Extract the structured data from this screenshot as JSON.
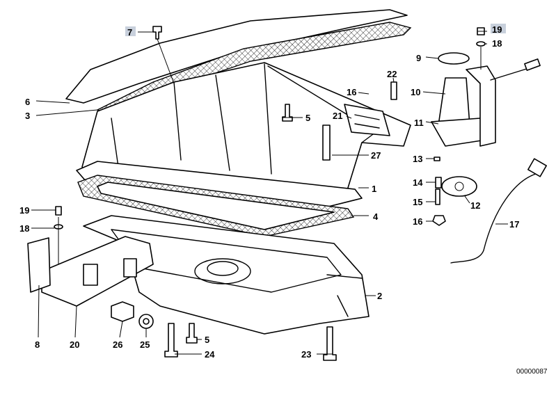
{
  "callouts": {
    "c7": "7",
    "c6": "6",
    "c3": "3",
    "c5a": "5",
    "c16a": "16",
    "c22": "22",
    "c21": "21",
    "c27": "27",
    "c1": "1",
    "c4": "4",
    "c19a": "19",
    "c18a": "18",
    "c8": "8",
    "c20": "20",
    "c26": "26",
    "c25": "25",
    "c5b": "5",
    "c24": "24",
    "c23": "23",
    "c2": "2",
    "c9": "9",
    "c10": "10",
    "c19b": "19",
    "c18b": "18",
    "c11": "11",
    "c13": "13",
    "c14": "14",
    "c15": "15",
    "c16b": "16",
    "c12": "12",
    "c17": "17"
  },
  "highlighted_callouts": [
    "7",
    "19"
  ],
  "highlight_color": "#c8d0dc",
  "diagram_id": "00000087"
}
